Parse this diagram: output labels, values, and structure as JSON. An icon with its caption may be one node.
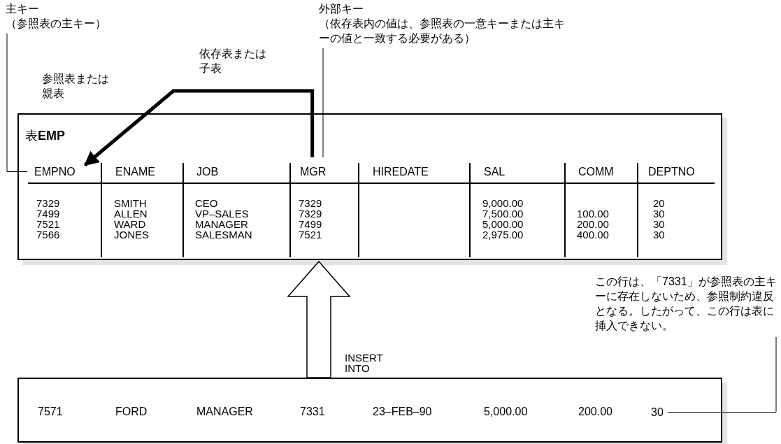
{
  "diagram": {
    "nodes": [
      {
        "text": [
          "主キー",
          "（参照表の主キー）"
        ]
      },
      {
        "text": [
          "外部キー",
          "（依存表内の値は、参照表の一意キーまたは主キーの値と一致する必要がある）"
        ]
      },
      {
        "text": [
          "表**EMP**"
        ]
      },
      {
        "text": [
          "EMPNO"
        ],
        "in": 2
      },
      {
        "text": [
          "ENAME"
        ],
        "in": 2
      },
      {
        "text": [
          "JOB"
        ],
        "in": 2
      },
      {
        "text": [
          "MGR"
        ],
        "in": 2
      },
      {
        "text": [
          "HIREDATE"
        ],
        "in": 2
      },
      {
        "text": [
          "SAL"
        ],
        "in": 2
      },
      {
        "text": [
          "COMM"
        ],
        "in": 2
      },
      {
        "text": [
          "DEPTNO"
        ],
        "in": 2
      },
      {
        "text": [
          "この行は、「7331」が参照表の主キーに存在しないため、参照制約違反となる。したがって、この行は表に挿入できない。"
        ]
      },
      {
        "text": [
          "7571",
          "FORD",
          "MANAGER",
          "7331",
          "23–FEB–90",
          "5,000.00",
          "200.00"
        ]
      },
      {
        "text": [
          "30"
        ],
        "in": 12
      }
    ],
    "edges": [
      {
        "from": 0,
        "to": 3,
        "arrow": "none"
      },
      {
        "from": 1,
        "to": 6,
        "arrow": "none"
      },
      {
        "from": 6,
        "to": 3,
        "arrow": "to",
        "style": "thick"
      },
      {
        "from": 12,
        "to": 2,
        "arrow": "to",
        "label": "INSERT INTO"
      },
      {
        "from": 11,
        "to": 13,
        "arrow": "none"
      }
    ],
    "labels": [
      "参照表または親表",
      "依存表または子表",
      "7329",
      "SMITH",
      "CEO",
      "7329",
      "9,000.00",
      "20",
      "7499",
      "ALLEN",
      "VP–SALES",
      "7329",
      "7,500.00",
      "100.00",
      "30",
      "7521",
      "WARD",
      "MANAGER",
      "7499",
      "5,000.00",
      "200.00",
      "30",
      "7566",
      "JONES",
      "SALESMAN",
      "7521",
      "2,975.00",
      "400.00",
      "30"
    ]
  }
}
